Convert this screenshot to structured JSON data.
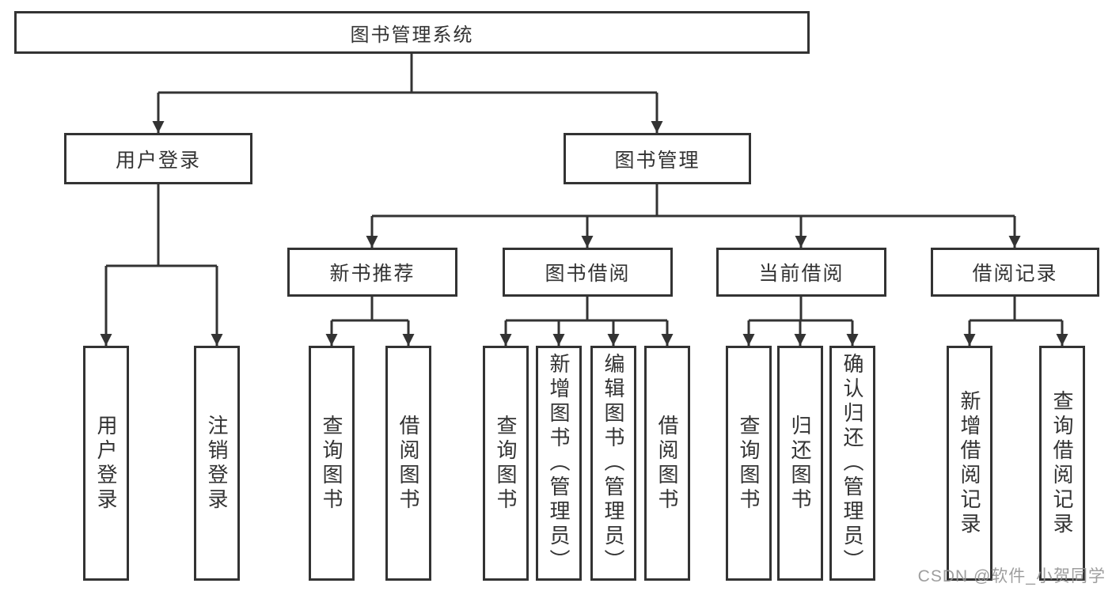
{
  "diagram": {
    "title_note": "functional structure chart",
    "root": {
      "label": "图书管理系统"
    },
    "level2": [
      {
        "label": "用户登录"
      },
      {
        "label": "图书管理"
      }
    ],
    "level3": [
      {
        "label": "新书推荐"
      },
      {
        "label": "图书借阅"
      },
      {
        "label": "当前借阅"
      },
      {
        "label": "借阅记录"
      }
    ],
    "leaves": {
      "user_login": [
        "用户登录",
        "注销登录"
      ],
      "new_book": [
        "查询图书",
        "借阅图书"
      ],
      "borrow": [
        "查询图书",
        "新增图书（管理员）",
        "编辑图书（管理员）",
        "借阅图书"
      ],
      "current": [
        "查询图书",
        "归还图书",
        "确认归还（管理员）"
      ],
      "records": [
        "新增借阅记录",
        "查询借阅记录"
      ]
    }
  },
  "watermark": {
    "text": "CSDN @软件_小贺同学"
  },
  "colors": {
    "line": "#333333",
    "text": "#333333",
    "box_background": "#ffffff",
    "watermark": "#949494",
    "background": "#ffffff"
  }
}
